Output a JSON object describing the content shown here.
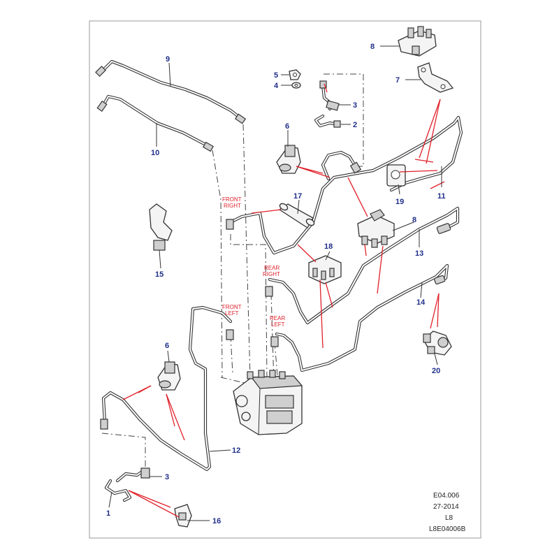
{
  "callouts": {
    "c1": "1",
    "c2": "2",
    "c3a": "3",
    "c3b": "3",
    "c4": "4",
    "c5": "5",
    "c6a": "6",
    "c6b": "6",
    "c7": "7",
    "c8a": "8",
    "c8b": "8",
    "c9": "9",
    "c10": "10",
    "c11": "11",
    "c12": "12",
    "c13": "13",
    "c14": "14",
    "c15": "15",
    "c16": "16",
    "c17": "17",
    "c18": "18",
    "c19": "19",
    "c20": "20"
  },
  "port_labels": {
    "front_right_1": "FRONT",
    "front_right_2": "RIGHT",
    "front_left_1": "FRONT",
    "front_left_2": "LEFT",
    "rear_right_1": "REAR",
    "rear_right_2": "RIGHT",
    "rear_left_1": "REAR",
    "rear_left_2": "LEFT"
  },
  "reference": {
    "line1": "E04.006",
    "line2": "27-2014",
    "line3": "L8",
    "line4": "L8E04006B"
  }
}
